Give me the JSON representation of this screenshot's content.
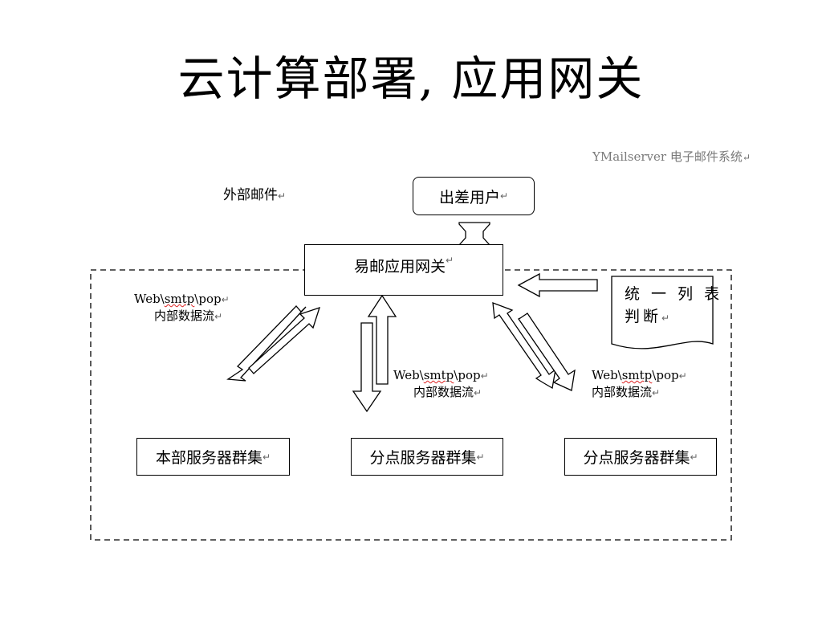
{
  "title": "云计算部署, 应用网关",
  "caption": "YMailserver  电子邮件系统",
  "external_mail": "外部邮件",
  "travel_user": "出差用户",
  "gateway": "易邮应用网关",
  "doc_line1": "统 一 列 表",
  "doc_line2": "判断",
  "flow_protocol_prefix": "Web\\",
  "flow_protocol_smtp": "smtp",
  "flow_protocol_suffix": "\\pop",
  "flow_desc": "内部数据流",
  "clusters": [
    "本部服务器群集",
    "分点服务器群集",
    "分点服务器群集"
  ],
  "return_mark": "↵"
}
